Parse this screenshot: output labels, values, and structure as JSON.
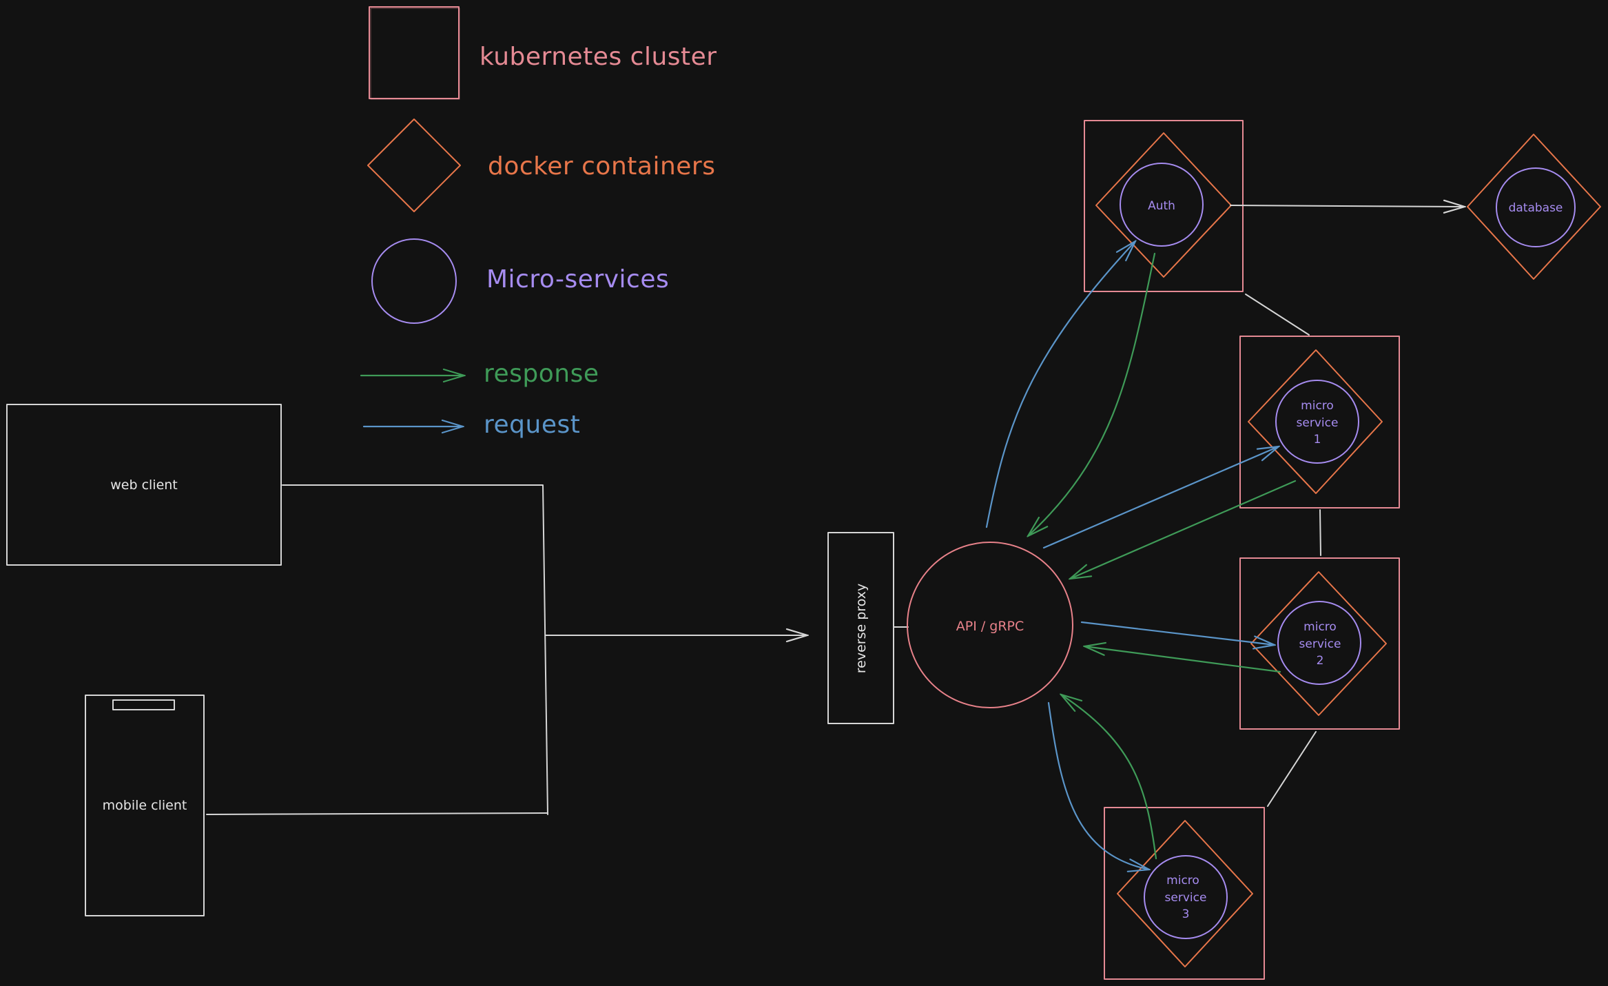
{
  "colors": {
    "background": "#121212",
    "cluster": "#e58a94",
    "container": "#e8764a",
    "microservice": "#a68cf0",
    "response": "#3f9b58",
    "request": "#5b95c9",
    "structure": "#d6d6d6",
    "api": "#e8828a"
  },
  "legend": {
    "cluster_label": "kubernetes cluster",
    "container_label": "docker containers",
    "microservice_label": "Micro-services",
    "response_label": "response",
    "request_label": "request"
  },
  "nodes": {
    "web_client": "web client",
    "mobile_client": "mobile client",
    "reverse_proxy": "reverse proxy",
    "api": "API / gRPC",
    "auth": "Auth",
    "database": "database",
    "ms1": [
      "micro",
      "service",
      "1"
    ],
    "ms2": [
      "micro",
      "service",
      "2"
    ],
    "ms3": [
      "micro",
      "service",
      "3"
    ]
  }
}
